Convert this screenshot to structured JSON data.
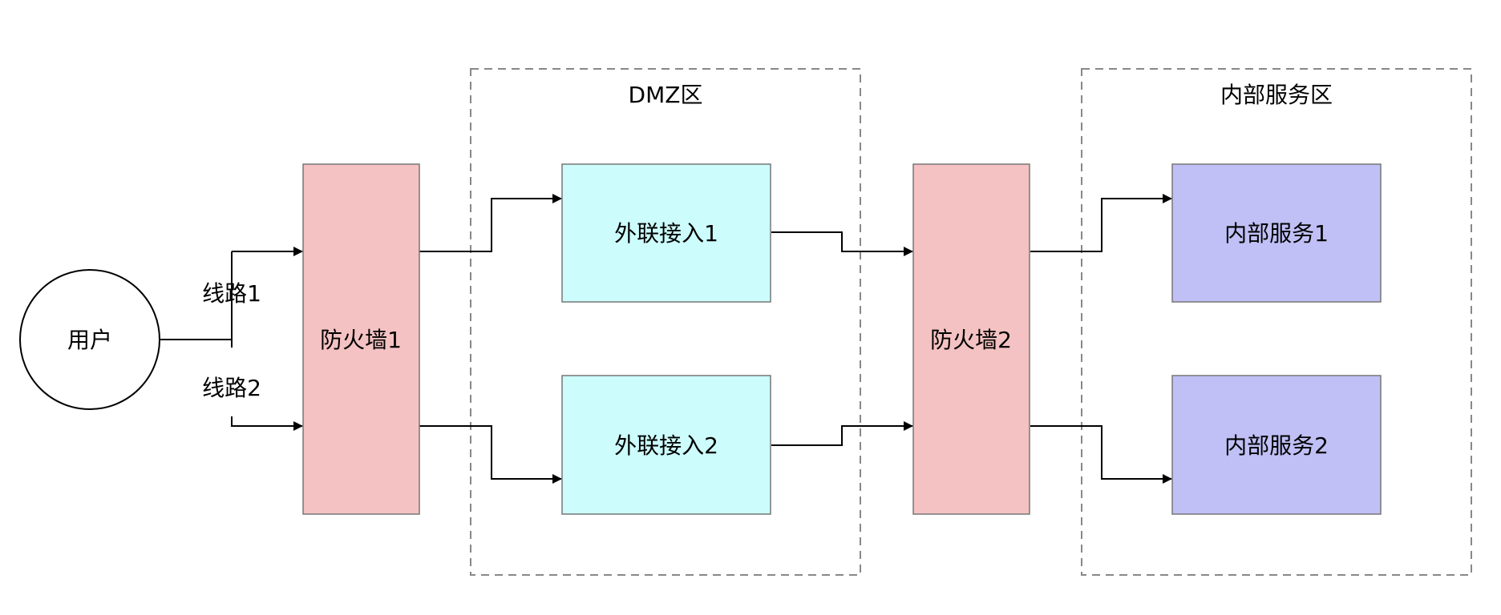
{
  "colors": {
    "firewall": "#f4c2c2",
    "dmz_access": "#ccfcfc",
    "internal_service": "#c0c0f6",
    "user_node": "#ffffff",
    "edge": "#000000",
    "zone_border": "#888888"
  },
  "zones": {
    "dmz": {
      "label": "DMZ区"
    },
    "internal": {
      "label": "内部服务区"
    }
  },
  "nodes": {
    "user": {
      "label": "用户"
    },
    "firewall1": {
      "label": "防火墙1"
    },
    "firewall2": {
      "label": "防火墙2"
    },
    "access1": {
      "label": "外联接入1"
    },
    "access2": {
      "label": "外联接入2"
    },
    "service1": {
      "label": "内部服务1"
    },
    "service2": {
      "label": "内部服务2"
    }
  },
  "lines": {
    "line1": {
      "label": "线路1"
    },
    "line2": {
      "label": "线路2"
    }
  }
}
